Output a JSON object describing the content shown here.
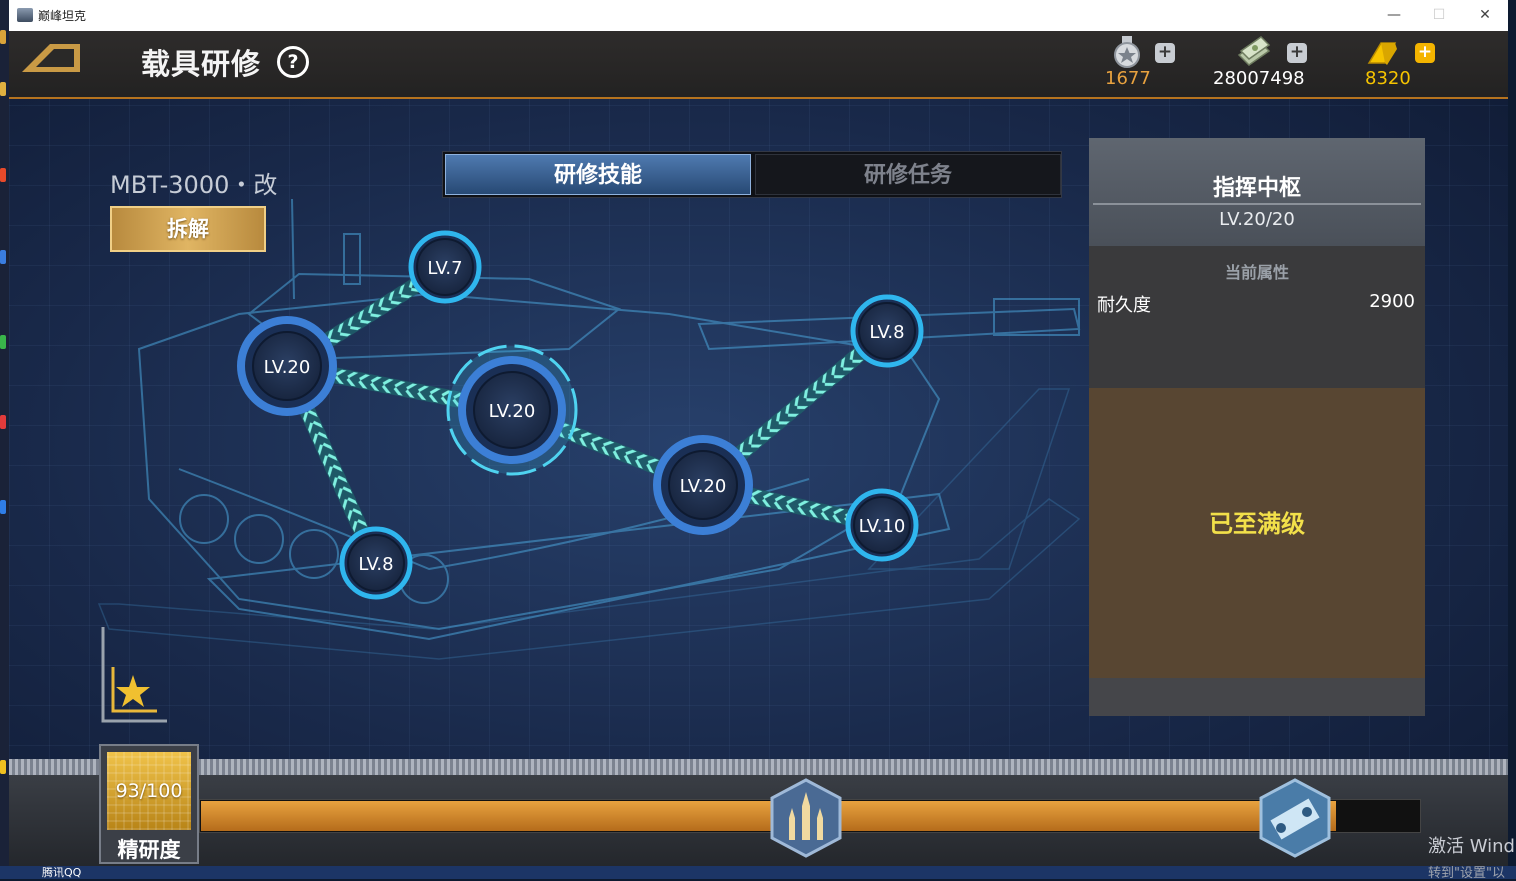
{
  "window": {
    "title": "巅峰坦克",
    "minimize": "—",
    "maximize": "☐",
    "close": "✕"
  },
  "header": {
    "title": "载具研修",
    "help": "?",
    "currencies": [
      {
        "name": "medal",
        "value": "1677",
        "color": "#e8a23f",
        "icon": "medal-icon"
      },
      {
        "name": "cash",
        "value": "28007498",
        "color": "#ffffff",
        "icon": "cash-icon"
      },
      {
        "name": "gold",
        "value": "8320",
        "color": "#f6c400",
        "icon": "gold-bar-icon"
      }
    ],
    "plus": "+"
  },
  "vehicle": {
    "name": "MBT-3000・改",
    "dismantle_label": "拆解"
  },
  "tabs": [
    {
      "label": "研修技能",
      "active": true
    },
    {
      "label": "研修任务",
      "active": false
    }
  ],
  "skill_tree": {
    "nodes": [
      {
        "id": "n1",
        "label": "LV.7",
        "size": "small"
      },
      {
        "id": "n2",
        "label": "LV.20",
        "size": "large"
      },
      {
        "id": "n3",
        "label": "LV.20",
        "size": "selected"
      },
      {
        "id": "n4",
        "label": "LV.8",
        "size": "small"
      },
      {
        "id": "n5",
        "label": "LV.20",
        "size": "large"
      },
      {
        "id": "n6",
        "label": "LV.8",
        "size": "small"
      },
      {
        "id": "n7",
        "label": "LV.10",
        "size": "small"
      }
    ],
    "links": [
      [
        "n2",
        "n1"
      ],
      [
        "n2",
        "n3"
      ],
      [
        "n2",
        "n4"
      ],
      [
        "n3",
        "n5"
      ],
      [
        "n5",
        "n6"
      ],
      [
        "n5",
        "n7"
      ]
    ]
  },
  "detail_panel": {
    "title": "指挥中枢",
    "level": "LV.20/20",
    "attr_header": "当前属性",
    "attr_name": "耐久度",
    "attr_value": "2900",
    "status": "已至满级"
  },
  "precision": {
    "value": "93/100",
    "label": "精研度",
    "progress": 0.93
  },
  "desktop": {
    "activate_line1": "激活 Wind",
    "activate_line2": "转到\"设置\"以",
    "taskbar_app": "腾讯QQ"
  }
}
